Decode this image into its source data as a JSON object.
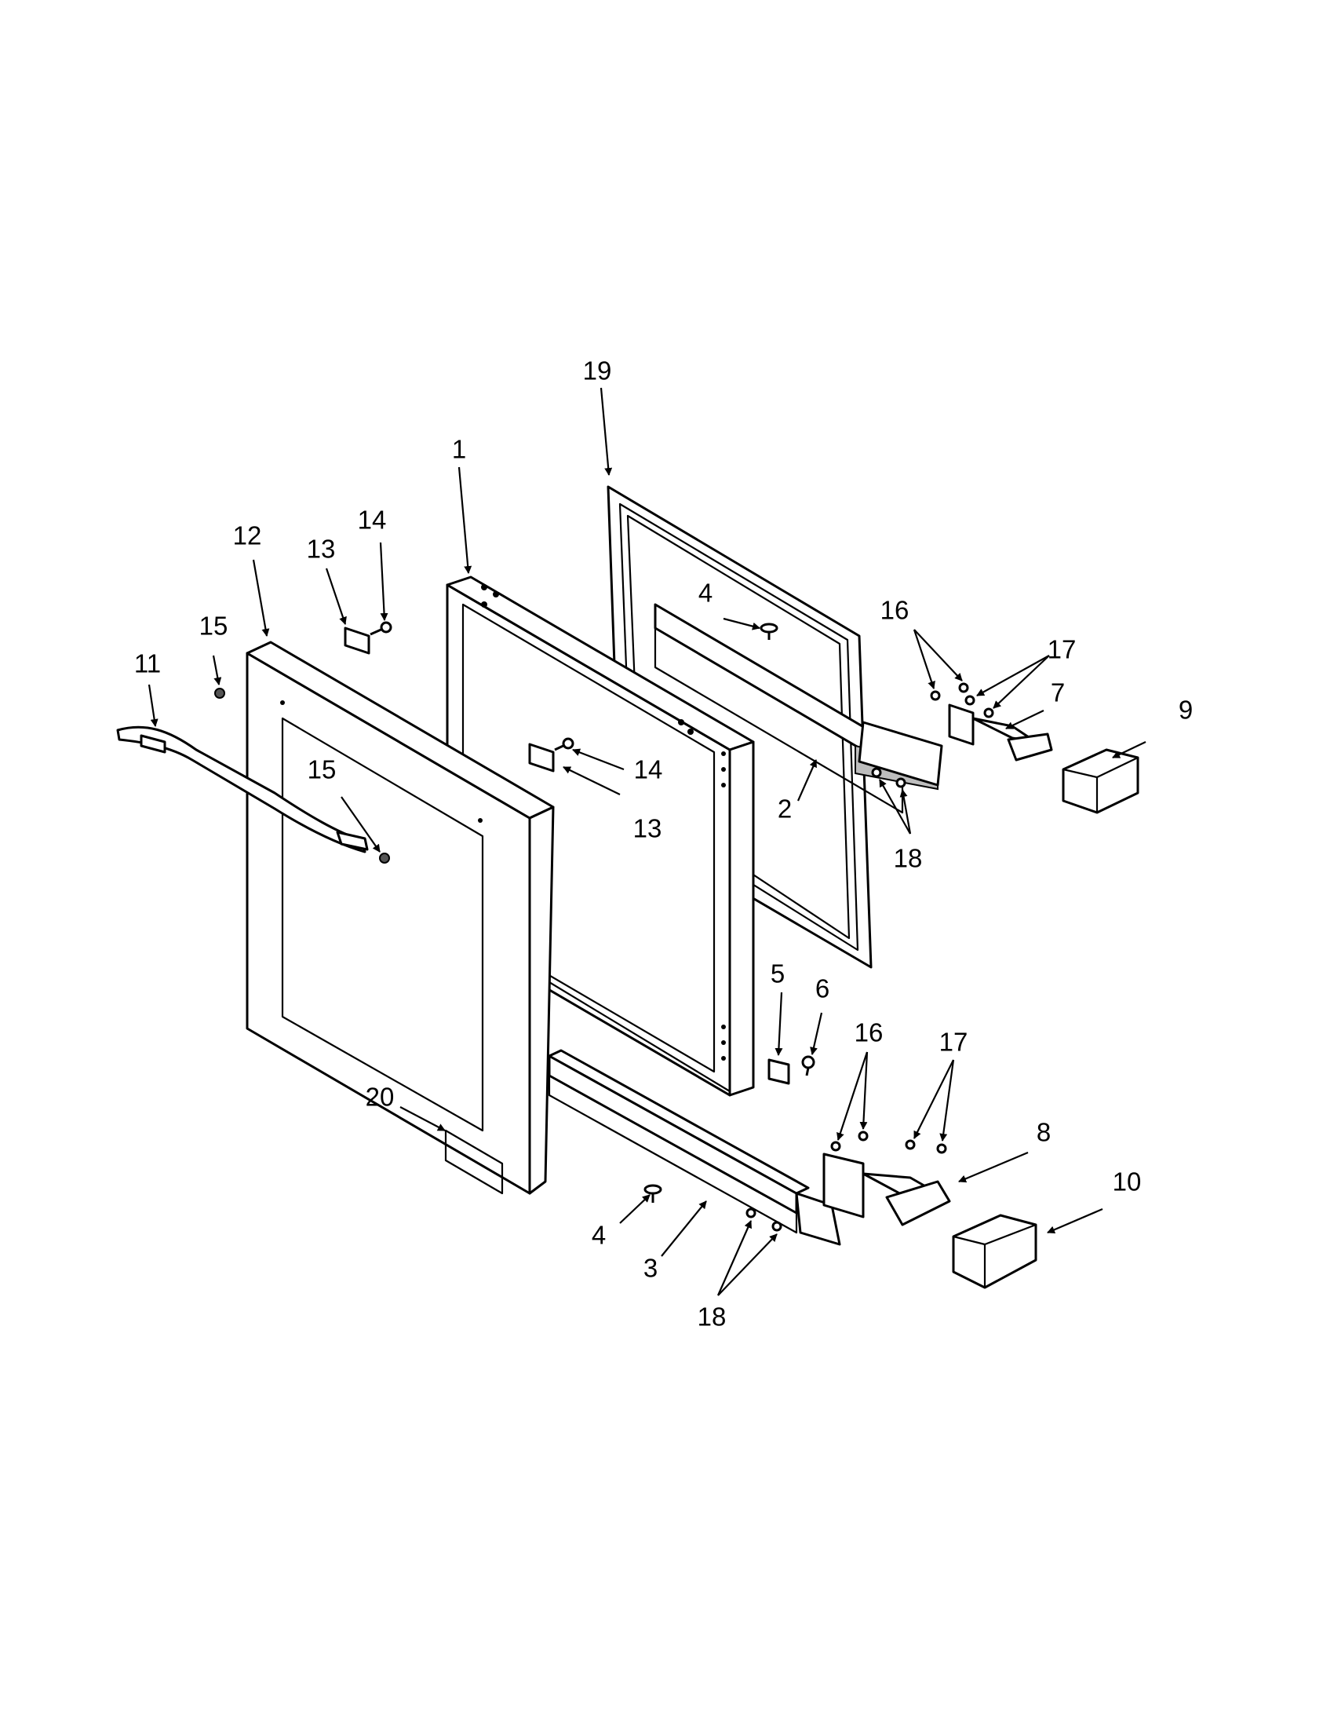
{
  "callouts": {
    "c1": "1",
    "c2": "2",
    "c3": "3",
    "c4a": "4",
    "c4b": "4",
    "c5": "5",
    "c6": "6",
    "c7": "7",
    "c8": "8",
    "c9": "9",
    "c10": "10",
    "c11": "11",
    "c12": "12",
    "c13a": "13",
    "c13b": "13",
    "c14a": "14",
    "c14b": "14",
    "c15a": "15",
    "c15b": "15",
    "c16a": "16",
    "c16b": "16",
    "c17a": "17",
    "c17b": "17",
    "c18a": "18",
    "c18b": "18",
    "c19": "19",
    "c20": "20"
  }
}
